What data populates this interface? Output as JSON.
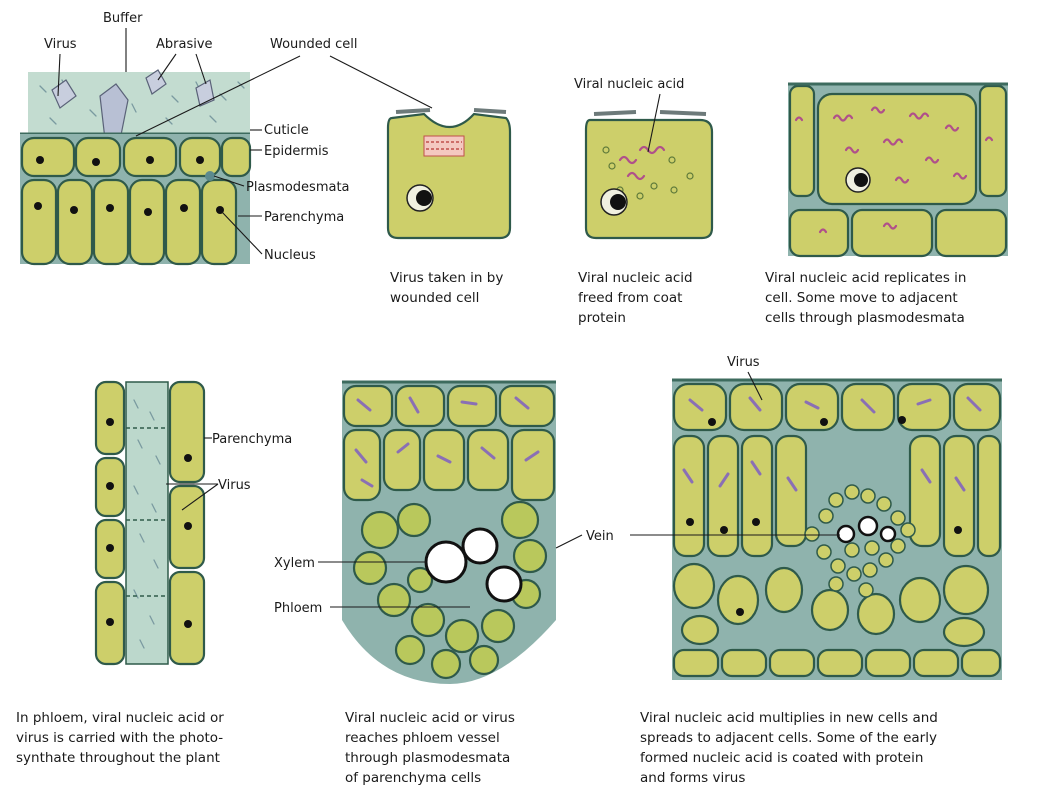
{
  "labels": {
    "buffer": "Buffer",
    "virus_top": "Virus",
    "abrasive": "Abrasive",
    "wounded_cell": "Wounded cell",
    "cuticle": "Cuticle",
    "epidermis": "Epidermis",
    "plasmodesmata": "Plasmodesmata",
    "parenchyma_top": "Parenchyma",
    "nucleus": "Nucleus",
    "viral_nucleic_acid": "Viral nucleic acid",
    "virus_leaf": "Virus",
    "parenchyma_phloem": "Parenchyma",
    "virus_phloem": "Virus",
    "xylem": "Xylem",
    "phloem": "Phloem",
    "vein": "Vein"
  },
  "captions": {
    "taken_in": [
      "Virus taken in by",
      "wounded cell"
    ],
    "freed": [
      "Viral nucleic acid",
      "freed from coat",
      "protein"
    ],
    "replicates": [
      "Viral nucleic acid replicates in",
      "cell.  Some move to adjacent",
      "cells through plasmodesmata"
    ],
    "phloem_carry": [
      "In phloem, viral nucleic acid or",
      "virus is carried with the photo-",
      "synthate throughout the plant"
    ],
    "reaches_phloem": [
      "Viral nucleic acid or virus",
      "reaches phloem vessel",
      "through plasmodesmata",
      "of parenchyma cells"
    ],
    "multiplies": [
      "Viral nucleic acid multiplies in new cells and",
      "spreads to adjacent cells. Some of the early",
      "formed nucleic acid is coated with protein",
      "and forms virus"
    ]
  },
  "colors": {
    "cell_fill": "#cdcf6a",
    "cell_wall": "#2f5a4a",
    "intercellular": "#8fb3ad",
    "viral_rna": "#b0508a",
    "virus_particle": "#8a6fb5"
  }
}
